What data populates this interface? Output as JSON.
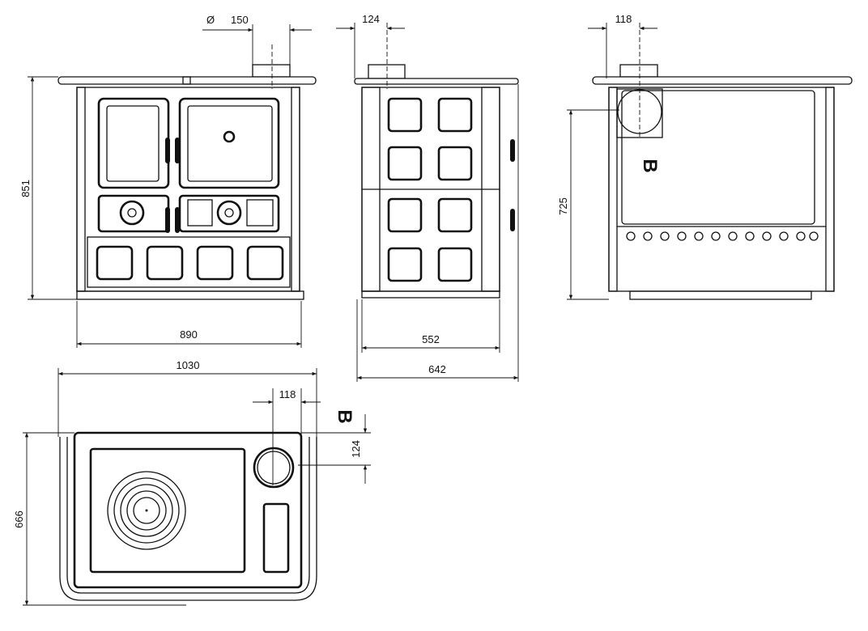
{
  "front_view": {
    "flue_diameter_symbol": "Ø",
    "flue_diameter": "150",
    "height": "851",
    "width": "890"
  },
  "side_view": {
    "flue_offset": "124",
    "depth_body": "552",
    "depth_total": "642"
  },
  "rear_view": {
    "flue_offset": "118",
    "flue_height": "725",
    "outlet_label": "B"
  },
  "top_view": {
    "width_total": "1030",
    "flue_offset_x": "118",
    "outlet_label": "B",
    "flue_offset_y": "124",
    "depth": "666"
  }
}
